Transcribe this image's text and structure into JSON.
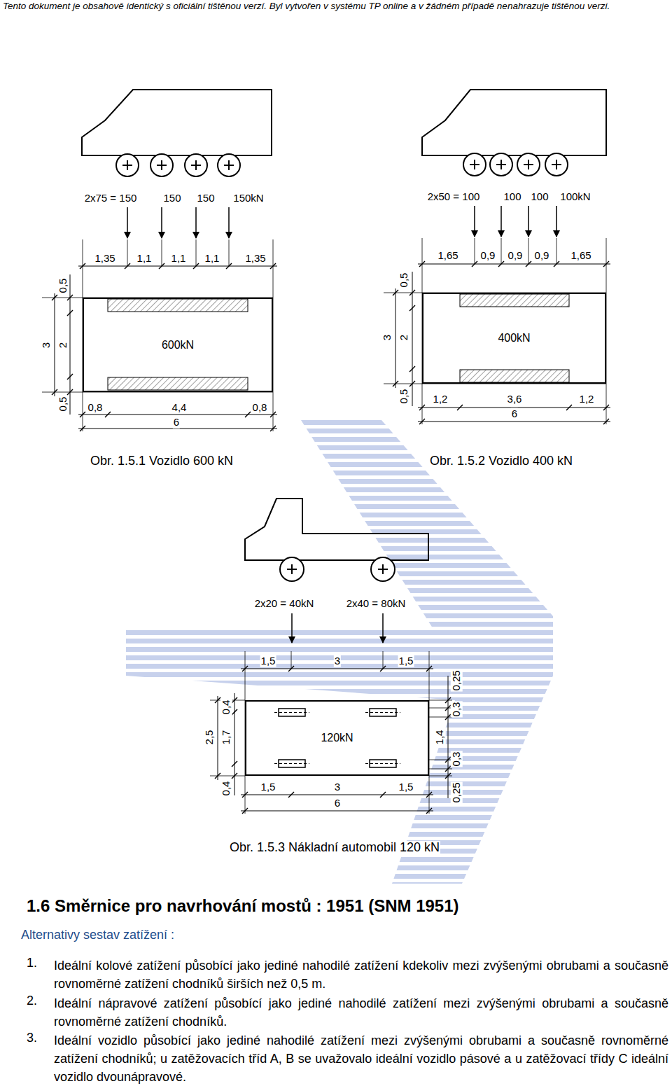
{
  "diagram": {
    "title": "1.6 Směrnice pro navrhování mostů : 1951 (SNM 1951)",
    "nodes": [
      {
        "text": [
          "600kN"
        ]
      },
      {
        "text": [
          "400kN"
        ]
      },
      {
        "text": [
          "120kN"
        ]
      }
    ],
    "labels": [
      "Tento dokument je obsahově identický s oficiální tištěnou verzí. Byl vytvořen v systému TP online a v žádném případě nenahrazuje tištěnou verzi.",
      "2x75 = 150",
      "150",
      "150",
      "150kN",
      "1,35",
      "1,1",
      "1,1",
      "1,1",
      "1,35",
      "0,5",
      "3",
      "2",
      "0,5",
      "0,8",
      "4,4",
      "0,8",
      "6",
      "Obr. 1.5.1 Vozidlo 600 kN",
      "2x50 = 100",
      "100",
      "100",
      "100kN",
      "1,65",
      "0,9",
      "0,9",
      "0,9",
      "1,65",
      "0,5",
      "3",
      "2",
      "0,5",
      "1,2",
      "3,6",
      "1,2",
      "6",
      "Obr. 1.5.2 Vozidlo 400 kN",
      "2x20 = 40kN",
      "2x40 = 80kN",
      "1,5",
      "3",
      "1,5",
      "0,4",
      "2,5",
      "1,7",
      "0,4",
      "0,25",
      "0,3",
      "1,4",
      "0,3",
      "0,25",
      "1,5",
      "3",
      "1,5",
      "6",
      "Obr. 1.5.3 Nákladní automobil 120 kN",
      "Alternativy sestav zatížení :",
      "1.",
      "Ideální kolové zatížení působící jako jediné nahodilé zatížení kdekoliv mezi zvýšenými obrubami a současně rovnoměrné zatížení chodníků širších než 0,5 m.",
      "2.",
      "Ideální nápravové zatížení působící jako jediné nahodilé zatížení mezi zvýšenými obrubami a současně rovnoměrné zatížení chodníků.",
      "3.",
      "Ideální vozidlo působící jako jediné nahodilé zatížení mezi zvýšenými obrubami a současně rovnoměrné zatížení chodníků; u zatěžovacích tříd A, B se uvažovalo ideální vozidlo pásové a u zatěžovací třídy C ideální vozidlo dvounápravové."
    ]
  }
}
